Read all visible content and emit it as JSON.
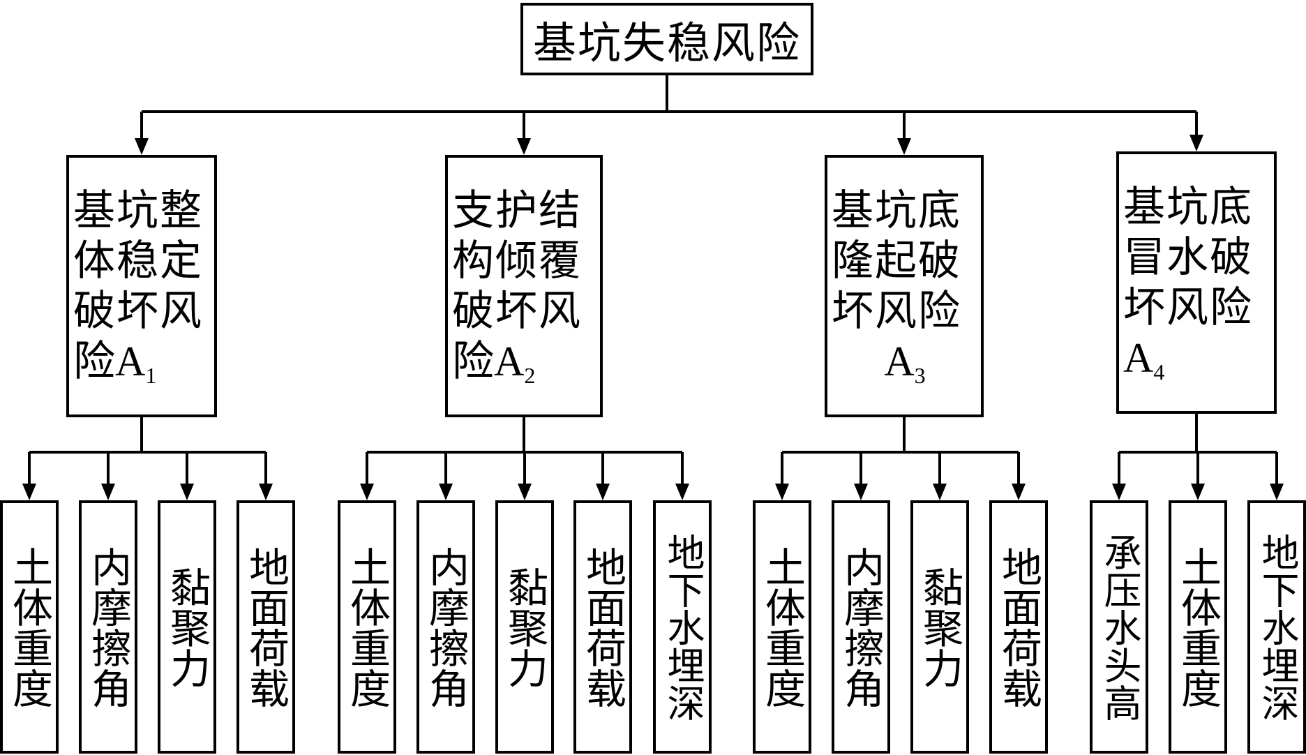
{
  "root": {
    "label": "基坑失稳风险"
  },
  "categories": [
    {
      "lines": [
        "基坑整",
        "体稳定",
        "破坏风"
      ],
      "code_prefix": "险",
      "code_letter": "A",
      "code_sub": "1",
      "indicators": [
        "土体重度",
        "内摩擦角",
        "黏聚力",
        "地面荷载"
      ]
    },
    {
      "lines": [
        "支护结",
        "构倾覆",
        "破坏风"
      ],
      "code_prefix": "险",
      "code_letter": "A",
      "code_sub": "2",
      "indicators": [
        "土体重度",
        "内摩擦角",
        "黏聚力",
        "地面荷载",
        "地下水埋深"
      ]
    },
    {
      "lines": [
        "基坑底",
        "隆起破",
        "坏风险"
      ],
      "code_prefix": "",
      "code_letter": "A",
      "code_sub": "3",
      "indicators": [
        "土体重度",
        "内摩擦角",
        "黏聚力",
        "地面荷载"
      ]
    },
    {
      "lines": [
        "基坑底",
        "冒水破",
        "坏风险"
      ],
      "code_prefix": "",
      "code_letter": "A",
      "code_sub": "4",
      "indicators": [
        "承压水头高",
        "土体重度",
        "地下水埋深"
      ]
    }
  ]
}
